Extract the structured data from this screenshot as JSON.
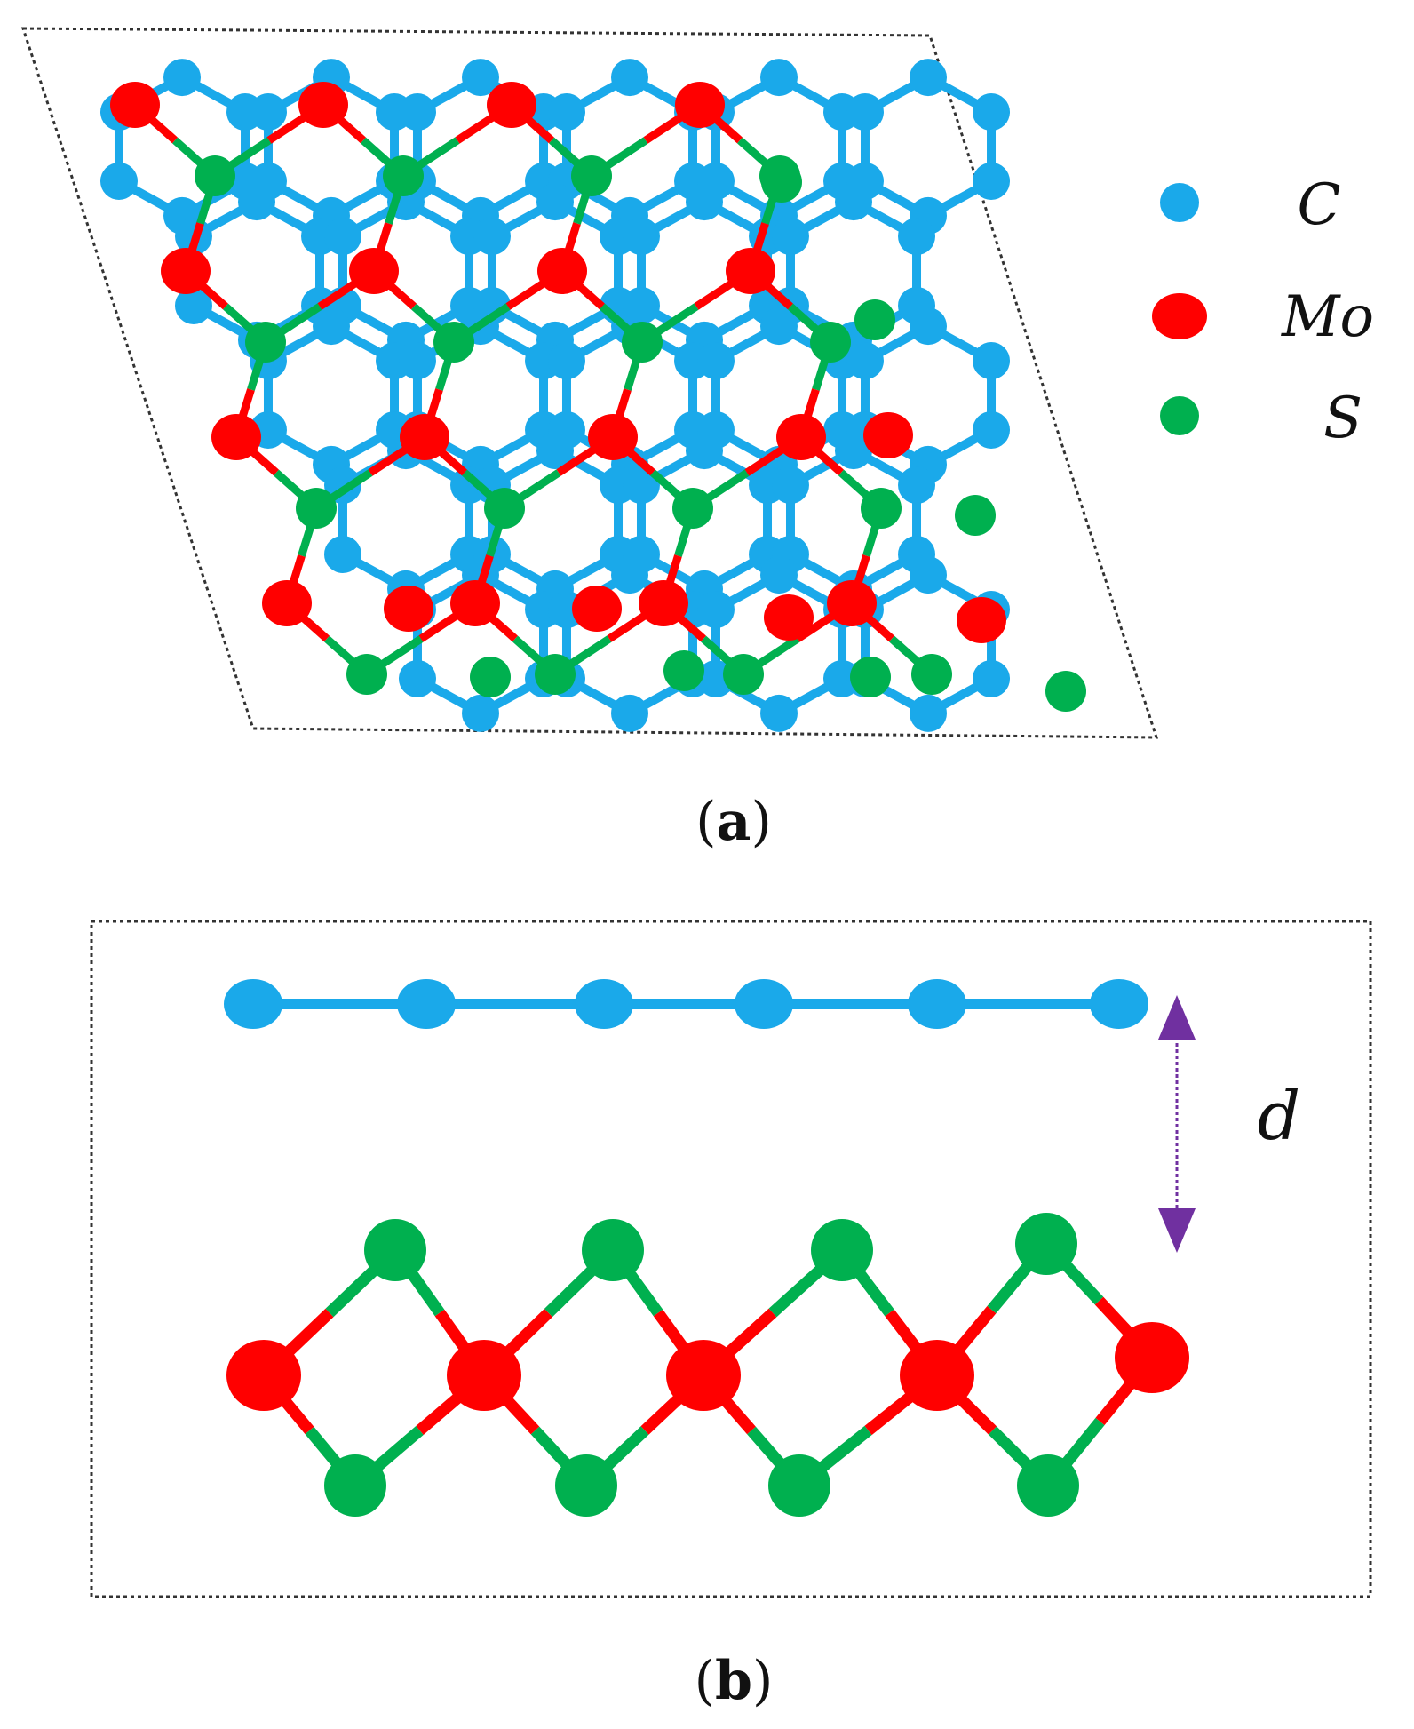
{
  "legend": [
    {
      "symbol": "C",
      "color": "#1aa9ea"
    },
    {
      "symbol": "Mo",
      "color": "#ff0000"
    },
    {
      "symbol": "S",
      "color": "#00b04f"
    }
  ],
  "panel_a": {
    "label": "a",
    "open": "(",
    "close": ")"
  },
  "panel_b": {
    "label": "b",
    "open": "(",
    "close": ")",
    "distance_label": "d",
    "arrow_color": "#7030a0"
  }
}
